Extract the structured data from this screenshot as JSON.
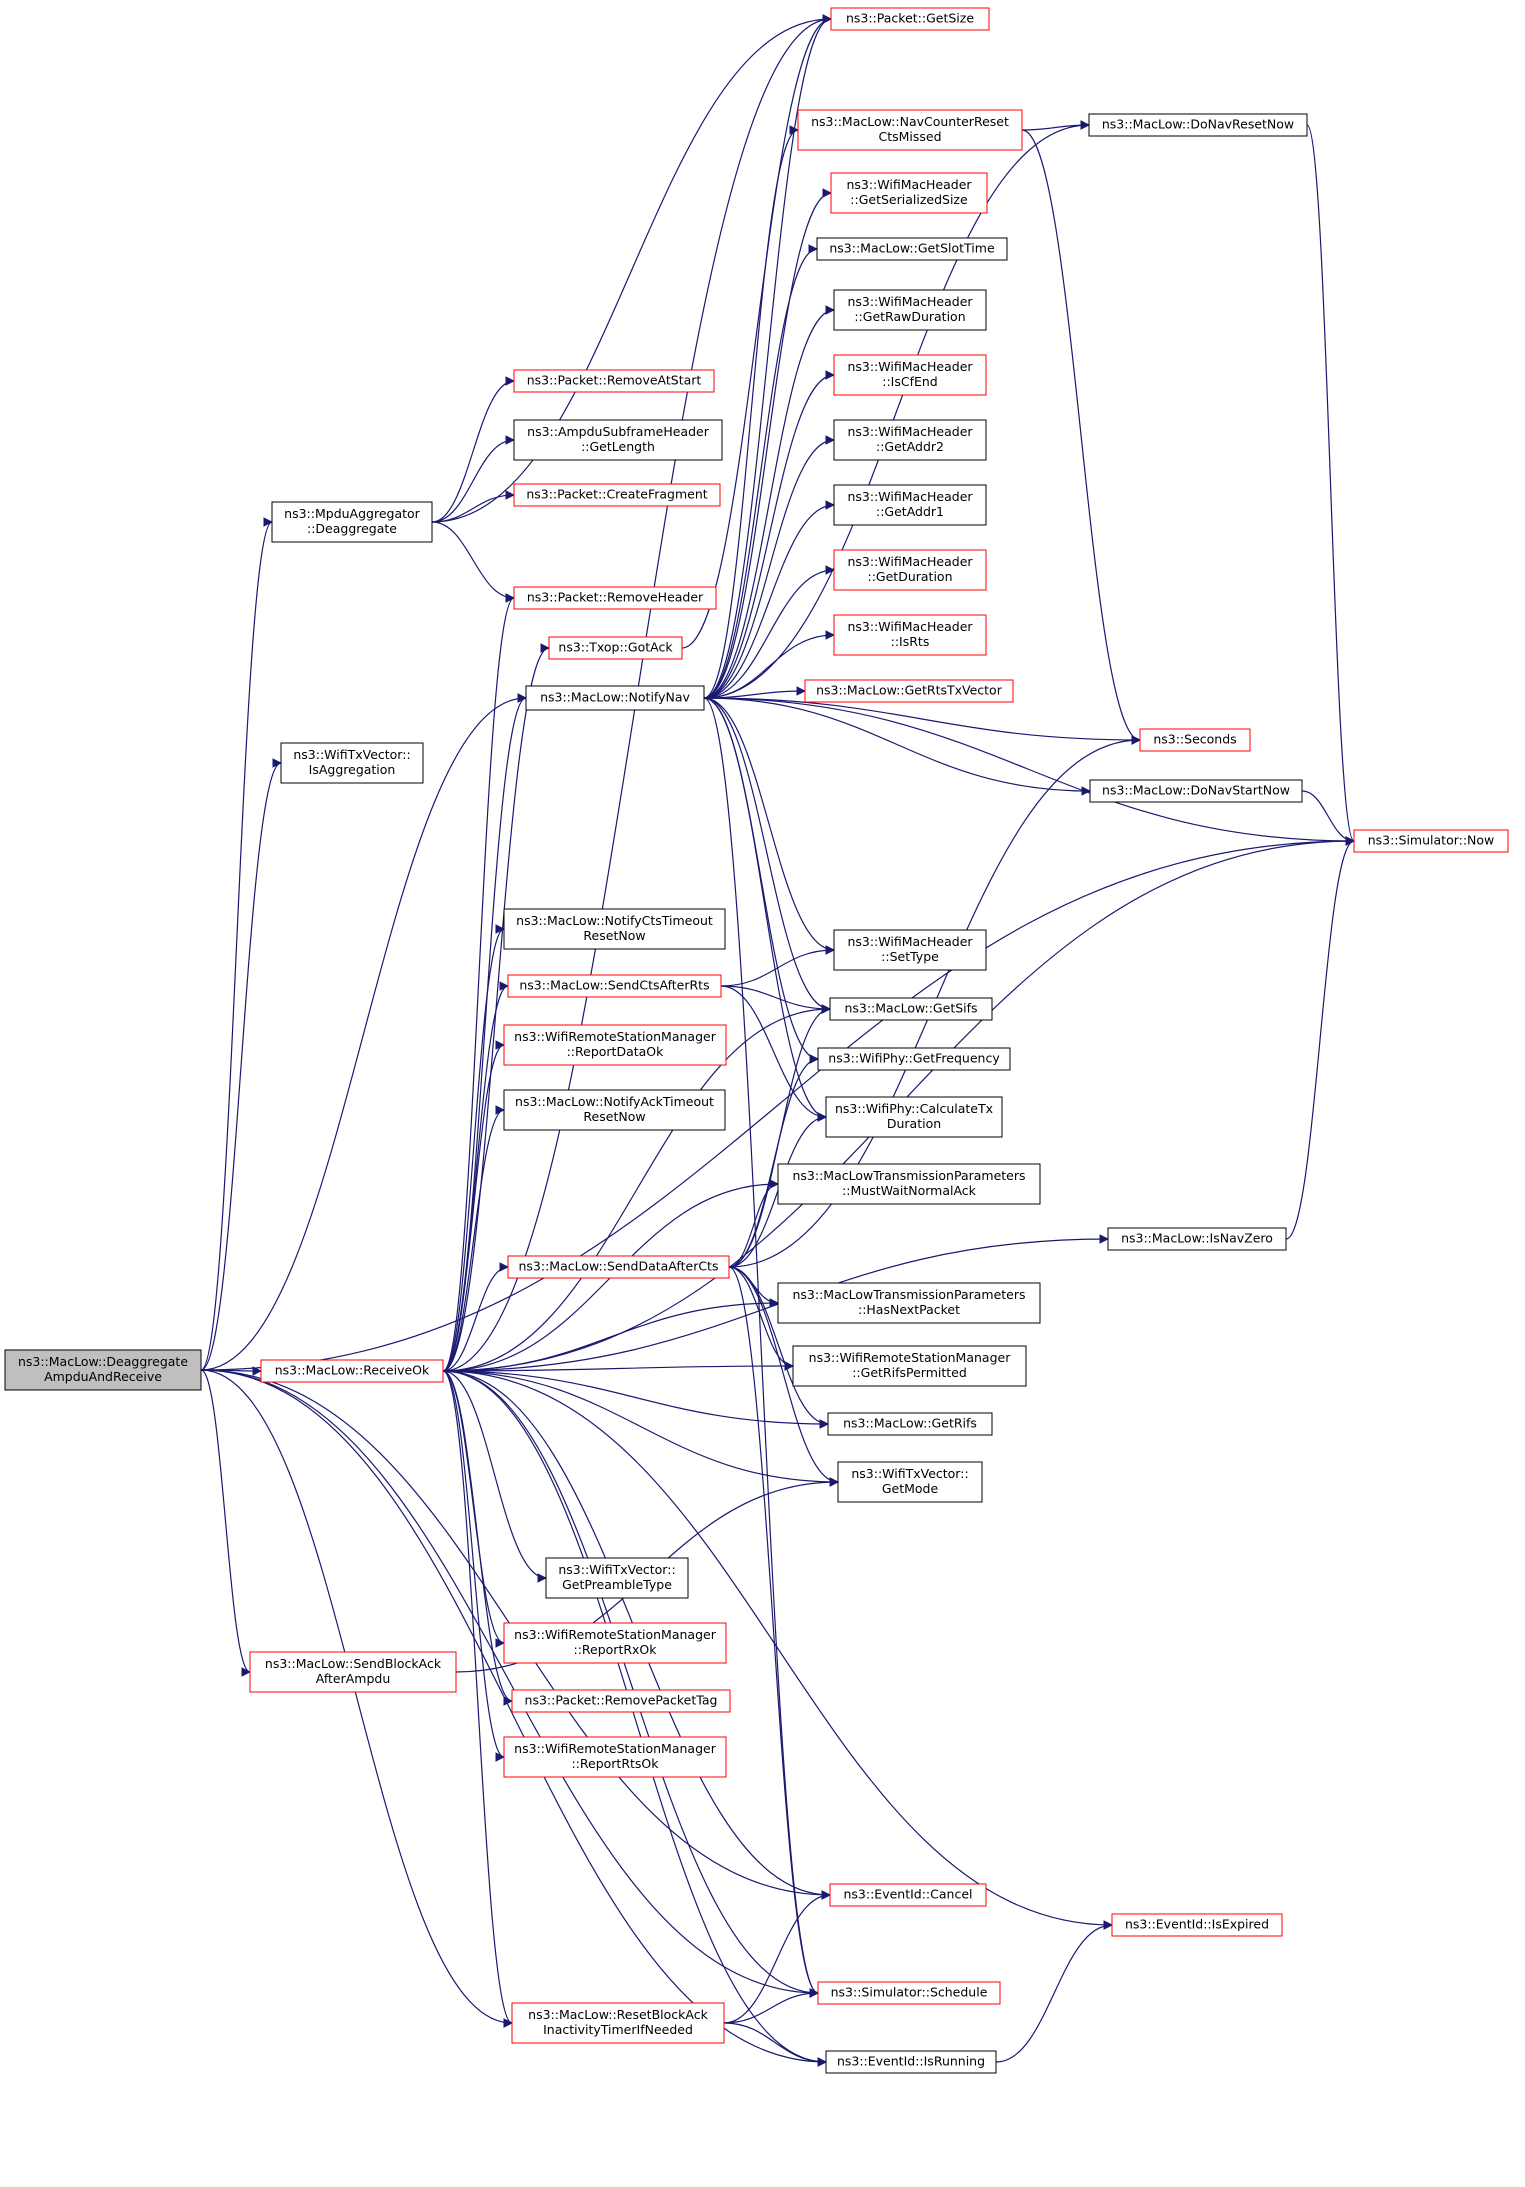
{
  "colors": {
    "edge": "#191970",
    "border_default": "#000000",
    "border_red": "#ff0000",
    "root_fill": "#bfbfbf",
    "node_fill": "#ffffff"
  },
  "nodes": [
    {
      "id": "root",
      "lines": [
        "ns3::MacLow::Deaggregate",
        "AmpduAndReceive"
      ],
      "style": "root"
    },
    {
      "id": "mpdu_deagg",
      "lines": [
        "ns3::MpduAggregator",
        "::Deaggregate"
      ],
      "style": "black"
    },
    {
      "id": "remove_at_start",
      "lines": [
        "ns3::Packet::RemoveAtStart"
      ],
      "style": "red"
    },
    {
      "id": "ampdu_getlength",
      "lines": [
        "ns3::AmpduSubframeHeader",
        "::GetLength"
      ],
      "style": "black"
    },
    {
      "id": "create_fragment",
      "lines": [
        "ns3::Packet::CreateFragment"
      ],
      "style": "red"
    },
    {
      "id": "remove_header",
      "lines": [
        "ns3::Packet::RemoveHeader"
      ],
      "style": "red"
    },
    {
      "id": "txop_gotack",
      "lines": [
        "ns3::Txop::GotAck"
      ],
      "style": "red"
    },
    {
      "id": "notify_nav",
      "lines": [
        "ns3::MacLow::NotifyNav"
      ],
      "style": "black"
    },
    {
      "id": "is_aggregation",
      "lines": [
        "ns3::WifiTxVector::",
        "IsAggregation"
      ],
      "style": "black"
    },
    {
      "id": "notify_cts_timeout",
      "lines": [
        "ns3::MacLow::NotifyCtsTimeout",
        "ResetNow"
      ],
      "style": "black"
    },
    {
      "id": "send_cts_after_rts",
      "lines": [
        "ns3::MacLow::SendCtsAfterRts"
      ],
      "style": "red"
    },
    {
      "id": "report_data_ok",
      "lines": [
        "ns3::WifiRemoteStationManager",
        "::ReportDataOk"
      ],
      "style": "red"
    },
    {
      "id": "notify_ack_timeout",
      "lines": [
        "ns3::MacLow::NotifyAckTimeout",
        "ResetNow"
      ],
      "style": "black"
    },
    {
      "id": "send_data_after_cts",
      "lines": [
        "ns3::MacLow::SendDataAfterCts"
      ],
      "style": "red"
    },
    {
      "id": "receive_ok",
      "lines": [
        "ns3::MacLow::ReceiveOk"
      ],
      "style": "red"
    },
    {
      "id": "get_preamble_type",
      "lines": [
        "ns3::WifiTxVector::",
        "GetPreambleType"
      ],
      "style": "black"
    },
    {
      "id": "report_rx_ok",
      "lines": [
        "ns3::WifiRemoteStationManager",
        "::ReportRxOk"
      ],
      "style": "red"
    },
    {
      "id": "remove_packet_tag",
      "lines": [
        "ns3::Packet::RemovePacketTag"
      ],
      "style": "red"
    },
    {
      "id": "report_rts_ok",
      "lines": [
        "ns3::WifiRemoteStationManager",
        "::ReportRtsOk"
      ],
      "style": "red"
    },
    {
      "id": "send_block_ack",
      "lines": [
        "ns3::MacLow::SendBlockAck",
        "AfterAmpdu"
      ],
      "style": "red"
    },
    {
      "id": "reset_block_ack",
      "lines": [
        "ns3::MacLow::ResetBlockAck",
        "InactivityTimerIfNeeded"
      ],
      "style": "red"
    },
    {
      "id": "packet_getsize",
      "lines": [
        "ns3::Packet::GetSize"
      ],
      "style": "red"
    },
    {
      "id": "nav_counter_reset",
      "lines": [
        "ns3::MacLow::NavCounterReset",
        "CtsMissed"
      ],
      "style": "red"
    },
    {
      "id": "get_serialized_size",
      "lines": [
        "ns3::WifiMacHeader",
        "::GetSerializedSize"
      ],
      "style": "red"
    },
    {
      "id": "get_slot_time",
      "lines": [
        "ns3::MacLow::GetSlotTime"
      ],
      "style": "black"
    },
    {
      "id": "get_raw_duration",
      "lines": [
        "ns3::WifiMacHeader",
        "::GetRawDuration"
      ],
      "style": "black"
    },
    {
      "id": "is_cf_end",
      "lines": [
        "ns3::WifiMacHeader",
        "::IsCfEnd"
      ],
      "style": "red"
    },
    {
      "id": "get_addr2",
      "lines": [
        "ns3::WifiMacHeader",
        "::GetAddr2"
      ],
      "style": "black"
    },
    {
      "id": "get_addr1",
      "lines": [
        "ns3::WifiMacHeader",
        "::GetAddr1"
      ],
      "style": "black"
    },
    {
      "id": "get_duration",
      "lines": [
        "ns3::WifiMacHeader",
        "::GetDuration"
      ],
      "style": "red"
    },
    {
      "id": "is_rts",
      "lines": [
        "ns3::WifiMacHeader",
        "::IsRts"
      ],
      "style": "red"
    },
    {
      "id": "get_rts_tx_vector",
      "lines": [
        "ns3::MacLow::GetRtsTxVector"
      ],
      "style": "red"
    },
    {
      "id": "set_type",
      "lines": [
        "ns3::WifiMacHeader",
        "::SetType"
      ],
      "style": "black"
    },
    {
      "id": "get_sifs",
      "lines": [
        "ns3::MacLow::GetSifs"
      ],
      "style": "black"
    },
    {
      "id": "get_frequency",
      "lines": [
        "ns3::WifiPhy::GetFrequency"
      ],
      "style": "black"
    },
    {
      "id": "calculate_tx_duration",
      "lines": [
        "ns3::WifiPhy::CalculateTx",
        "Duration"
      ],
      "style": "black"
    },
    {
      "id": "must_wait_normal_ack",
      "lines": [
        "ns3::MacLowTransmissionParameters",
        "::MustWaitNormalAck"
      ],
      "style": "black"
    },
    {
      "id": "has_next_packet",
      "lines": [
        "ns3::MacLowTransmissionParameters",
        "::HasNextPacket"
      ],
      "style": "black"
    },
    {
      "id": "get_rifs_permitted",
      "lines": [
        "ns3::WifiRemoteStationManager",
        "::GetRifsPermitted"
      ],
      "style": "black"
    },
    {
      "id": "get_rifs",
      "lines": [
        "ns3::MacLow::GetRifs"
      ],
      "style": "black"
    },
    {
      "id": "get_mode",
      "lines": [
        "ns3::WifiTxVector::",
        "GetMode"
      ],
      "style": "black"
    },
    {
      "id": "event_cancel",
      "lines": [
        "ns3::EventId::Cancel"
      ],
      "style": "red"
    },
    {
      "id": "simulator_schedule",
      "lines": [
        "ns3::Simulator::Schedule"
      ],
      "style": "red"
    },
    {
      "id": "event_is_running",
      "lines": [
        "ns3::EventId::IsRunning"
      ],
      "style": "black"
    },
    {
      "id": "do_nav_reset_now",
      "lines": [
        "ns3::MacLow::DoNavResetNow"
      ],
      "style": "black"
    },
    {
      "id": "seconds",
      "lines": [
        "ns3::Seconds"
      ],
      "style": "red"
    },
    {
      "id": "do_nav_start_now",
      "lines": [
        "ns3::MacLow::DoNavStartNow"
      ],
      "style": "black"
    },
    {
      "id": "simulator_now",
      "lines": [
        "ns3::Simulator::Now"
      ],
      "style": "red"
    },
    {
      "id": "is_nav_zero",
      "lines": [
        "ns3::MacLow::IsNavZero"
      ],
      "style": "black"
    },
    {
      "id": "event_is_expired",
      "lines": [
        "ns3::EventId::IsExpired"
      ],
      "style": "red"
    }
  ],
  "edges": [
    [
      "root",
      "mpdu_deagg"
    ],
    [
      "root",
      "is_aggregation"
    ],
    [
      "root",
      "notify_nav"
    ],
    [
      "root",
      "receive_ok"
    ],
    [
      "root",
      "simulator_now"
    ],
    [
      "root",
      "send_block_ack"
    ],
    [
      "root",
      "reset_block_ack"
    ],
    [
      "root",
      "simulator_schedule"
    ],
    [
      "root",
      "event_is_running"
    ],
    [
      "root",
      "event_cancel"
    ],
    [
      "mpdu_deagg",
      "remove_at_start"
    ],
    [
      "mpdu_deagg",
      "ampdu_getlength"
    ],
    [
      "mpdu_deagg",
      "create_fragment"
    ],
    [
      "mpdu_deagg",
      "remove_header"
    ],
    [
      "mpdu_deagg",
      "packet_getsize"
    ],
    [
      "receive_ok",
      "remove_header"
    ],
    [
      "receive_ok",
      "txop_gotack"
    ],
    [
      "receive_ok",
      "notify_nav"
    ],
    [
      "receive_ok",
      "notify_cts_timeout"
    ],
    [
      "receive_ok",
      "send_cts_after_rts"
    ],
    [
      "receive_ok",
      "report_data_ok"
    ],
    [
      "receive_ok",
      "notify_ack_timeout"
    ],
    [
      "receive_ok",
      "send_data_after_cts"
    ],
    [
      "receive_ok",
      "get_preamble_type"
    ],
    [
      "receive_ok",
      "report_rx_ok"
    ],
    [
      "receive_ok",
      "remove_packet_tag"
    ],
    [
      "receive_ok",
      "report_rts_ok"
    ],
    [
      "receive_ok",
      "reset_block_ack"
    ],
    [
      "receive_ok",
      "event_cancel"
    ],
    [
      "receive_ok",
      "simulator_schedule"
    ],
    [
      "receive_ok",
      "event_is_running"
    ],
    [
      "receive_ok",
      "event_is_expired"
    ],
    [
      "receive_ok",
      "is_nav_zero"
    ],
    [
      "receive_ok",
      "get_mode"
    ],
    [
      "receive_ok",
      "get_rifs"
    ],
    [
      "receive_ok",
      "get_rifs_permitted"
    ],
    [
      "receive_ok",
      "has_next_packet"
    ],
    [
      "receive_ok",
      "must_wait_normal_ack"
    ],
    [
      "receive_ok",
      "simulator_now"
    ],
    [
      "receive_ok",
      "get_sifs"
    ],
    [
      "receive_ok",
      "packet_getsize"
    ],
    [
      "txop_gotack",
      "packet_getsize"
    ],
    [
      "notify_nav",
      "packet_getsize"
    ],
    [
      "notify_nav",
      "nav_counter_reset"
    ],
    [
      "notify_nav",
      "get_serialized_size"
    ],
    [
      "notify_nav",
      "get_slot_time"
    ],
    [
      "notify_nav",
      "get_raw_duration"
    ],
    [
      "notify_nav",
      "is_cf_end"
    ],
    [
      "notify_nav",
      "get_addr2"
    ],
    [
      "notify_nav",
      "get_addr1"
    ],
    [
      "notify_nav",
      "get_duration"
    ],
    [
      "notify_nav",
      "is_rts"
    ],
    [
      "notify_nav",
      "get_rts_tx_vector"
    ],
    [
      "notify_nav",
      "seconds"
    ],
    [
      "notify_nav",
      "do_nav_start_now"
    ],
    [
      "notify_nav",
      "simulator_now"
    ],
    [
      "notify_nav",
      "set_type"
    ],
    [
      "notify_nav",
      "get_sifs"
    ],
    [
      "notify_nav",
      "get_frequency"
    ],
    [
      "notify_nav",
      "calculate_tx_duration"
    ],
    [
      "notify_nav",
      "simulator_schedule"
    ],
    [
      "notify_nav",
      "do_nav_reset_now"
    ],
    [
      "send_cts_after_rts",
      "set_type"
    ],
    [
      "send_cts_after_rts",
      "get_sifs"
    ],
    [
      "send_cts_after_rts",
      "calculate_tx_duration"
    ],
    [
      "send_data_after_cts",
      "get_sifs"
    ],
    [
      "send_data_after_cts",
      "get_frequency"
    ],
    [
      "send_data_after_cts",
      "calculate_tx_duration"
    ],
    [
      "send_data_after_cts",
      "must_wait_normal_ack"
    ],
    [
      "send_data_after_cts",
      "has_next_packet"
    ],
    [
      "send_data_after_cts",
      "get_rifs_permitted"
    ],
    [
      "send_data_after_cts",
      "get_rifs"
    ],
    [
      "send_data_after_cts",
      "get_mode"
    ],
    [
      "send_data_after_cts",
      "seconds"
    ],
    [
      "send_data_after_cts",
      "simulator_schedule"
    ],
    [
      "send_block_ack",
      "get_mode"
    ],
    [
      "reset_block_ack",
      "event_cancel"
    ],
    [
      "reset_block_ack",
      "simulator_schedule"
    ],
    [
      "reset_block_ack",
      "event_is_running"
    ],
    [
      "nav_counter_reset",
      "do_nav_reset_now"
    ],
    [
      "nav_counter_reset",
      "seconds"
    ],
    [
      "do_nav_reset_now",
      "simulator_now"
    ],
    [
      "do_nav_start_now",
      "simulator_now"
    ],
    [
      "is_nav_zero",
      "simulator_now"
    ],
    [
      "event_is_running",
      "event_is_expired"
    ]
  ]
}
